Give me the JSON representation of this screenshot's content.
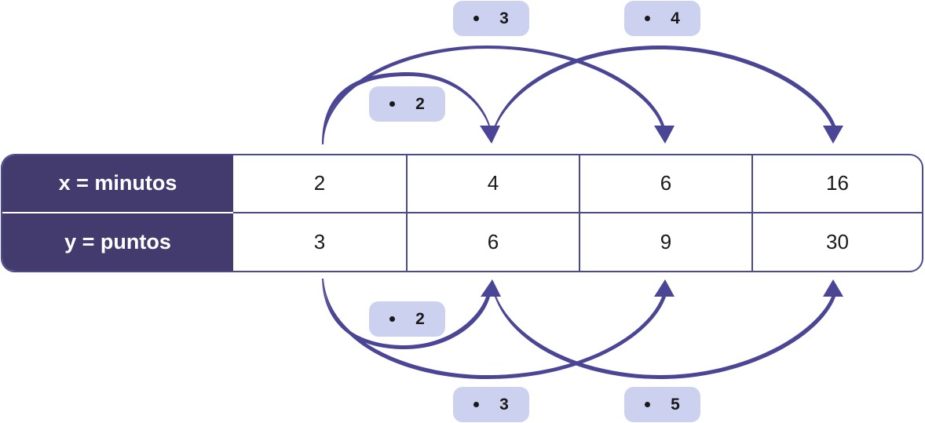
{
  "table": {
    "row_headers": [
      "x = minutos",
      "y = puntos"
    ],
    "rows": [
      [
        "2",
        "4",
        "6",
        "16"
      ],
      [
        "3",
        "6",
        "9",
        "30"
      ]
    ]
  },
  "top_arrows": [
    {
      "from_col": 0,
      "to_col": 1,
      "label": "2",
      "operator": "multiply-dot"
    },
    {
      "from_col": 0,
      "to_col": 2,
      "label": "3",
      "operator": "multiply-dot"
    },
    {
      "from_col": 1,
      "to_col": 3,
      "label": "4",
      "operator": "multiply-dot"
    }
  ],
  "bottom_arrows": [
    {
      "from_col": 0,
      "to_col": 1,
      "label": "2",
      "operator": "multiply-dot"
    },
    {
      "from_col": 0,
      "to_col": 2,
      "label": "3",
      "operator": "multiply-dot"
    },
    {
      "from_col": 1,
      "to_col": 3,
      "label": "5",
      "operator": "multiply-dot"
    }
  ],
  "colors": {
    "header_bg": "#433b6e",
    "arrow": "#4a4594",
    "badge_bg": "#cdd1f0",
    "border": "#4a4a8c"
  }
}
